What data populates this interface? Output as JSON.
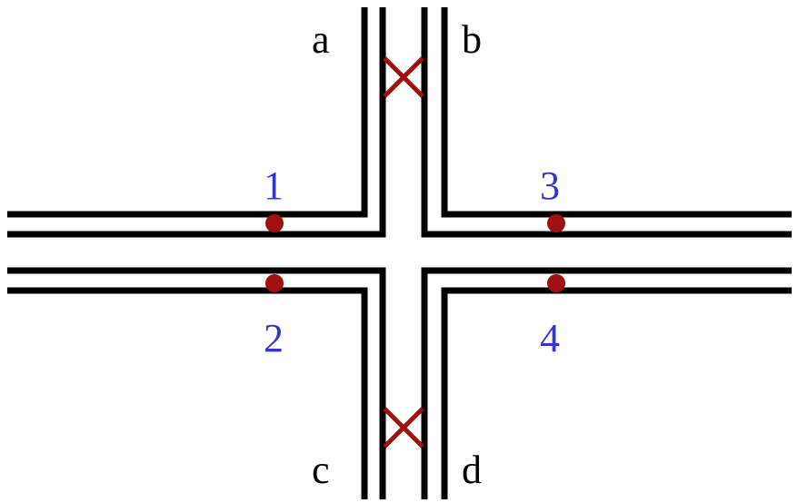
{
  "colors": {
    "wall": "#000000",
    "marker": "#a01010",
    "blocked_mark": "#a01010",
    "arm_label": "#000000",
    "node_label": "#3535c8"
  },
  "arm_labels": {
    "a": "a",
    "b": "b",
    "c": "c",
    "d": "d"
  },
  "node_labels": {
    "n1": "1",
    "n2": "2",
    "n3": "3",
    "n4": "4"
  },
  "icons": {
    "point": "dot-icon",
    "blocked": "cross-icon"
  }
}
